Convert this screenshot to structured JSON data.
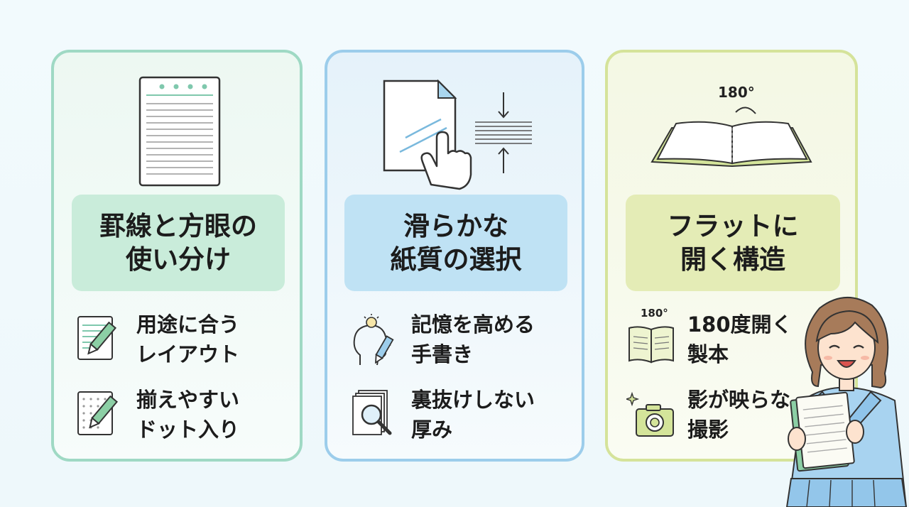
{
  "cards": [
    {
      "id": "ruled-grid",
      "title_line1": "罫線と方眼の",
      "title_line2": "使い分け",
      "items": [
        {
          "line1": "用途に合う",
          "line2": "レイアウト",
          "icon": "ruled-note-pencil-icon"
        },
        {
          "line1": "揃えやすい",
          "line2": "ドット入り",
          "icon": "dot-grid-pencil-icon"
        }
      ]
    },
    {
      "id": "smooth-paper",
      "title_line1": "滑らかな",
      "title_line2": "紙質の選択",
      "items": [
        {
          "line1": "記憶を高める",
          "line2": "手書き",
          "icon": "head-lightbulb-pencil-icon"
        },
        {
          "line1": "裏抜けしない",
          "line2": "厚み",
          "icon": "magnifier-paper-stack-icon"
        }
      ]
    },
    {
      "id": "flat-open",
      "title_line1": "フラットに",
      "title_line2": "開く構造",
      "illus_label": "180°",
      "items": [
        {
          "line1": "180度開く",
          "line2": "製本",
          "icon": "open-book-180-icon",
          "icon_label": "180°"
        },
        {
          "line1": "影が映らな",
          "line2": "撮影",
          "icon": "camera-sparkle-icon"
        }
      ]
    }
  ],
  "colors": {
    "green_border": "#9fd9c4",
    "blue_border": "#9ccdeb",
    "olive_border": "#d5e39a",
    "green_title_bg": "#c9ecda",
    "blue_title_bg": "#bfe2f4",
    "olive_title_bg": "#e4ecb6"
  }
}
